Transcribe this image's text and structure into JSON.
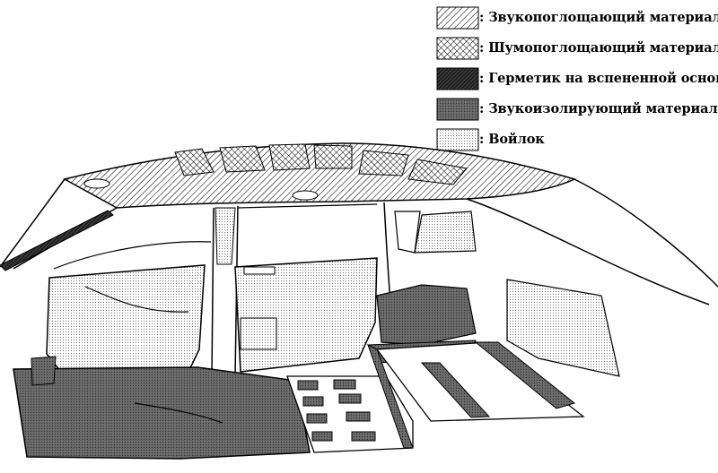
{
  "legend": {
    "items": [
      {
        "key": "sound_absorbing",
        "label": ": Звукопоглощающий материал",
        "pattern": "hatch"
      },
      {
        "key": "noise_absorbing",
        "label": ": Шумопоглощающий материал",
        "pattern": "crosshatch"
      },
      {
        "key": "foam_sealant",
        "label": ": Герметик на вспененной основе",
        "pattern": "dense"
      },
      {
        "key": "sound_insulating",
        "label": ": Звукоизолирующий материал",
        "pattern": "dark"
      },
      {
        "key": "felt",
        "label": ": Войлок",
        "pattern": "dots"
      }
    ]
  },
  "colors": {
    "ink": "#000000",
    "paper": "#ffffff",
    "dark_fill": "#7a7a7a"
  }
}
